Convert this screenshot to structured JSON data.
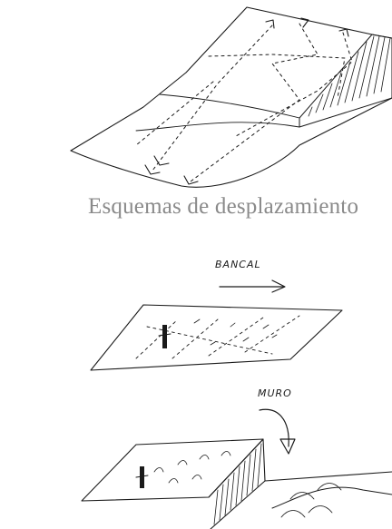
{
  "caption": "Esquemas de desplazamiento",
  "labels": {
    "bancal": "BANCAL",
    "muro": "MURO"
  },
  "colors": {
    "ink": "#1a1a1a",
    "caption": "#8a8a8a",
    "background": "#ffffff"
  }
}
